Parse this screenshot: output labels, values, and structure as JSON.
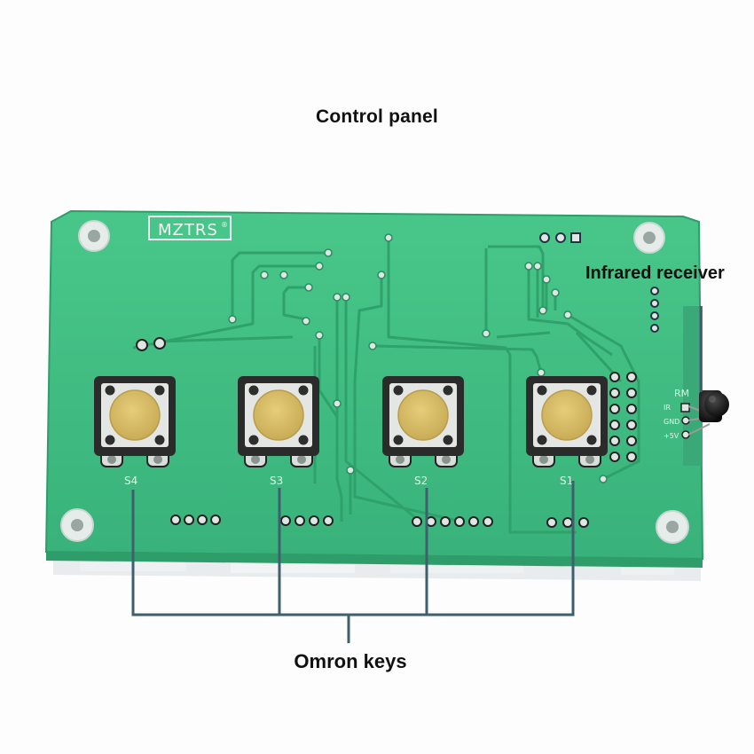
{
  "title": "Control panel",
  "board": {
    "brand": "MZTRS",
    "trademark": "®",
    "key_labels": [
      "S4",
      "S3",
      "S2",
      "S1"
    ],
    "connector_label": "RM",
    "pin_labels": [
      "IR",
      "GND",
      "+5V"
    ]
  },
  "callouts": {
    "infrared_receiver": "Infrared receiver",
    "keys": "Omron keys"
  },
  "colors": {
    "pcb": "#3fbd80",
    "pcb_edge": "#2f9d69",
    "trace": "#2ea86e",
    "keycap": "#d9bf6a",
    "switch_body": "#2b2b2b",
    "callout_line": "#3f5f6f"
  }
}
